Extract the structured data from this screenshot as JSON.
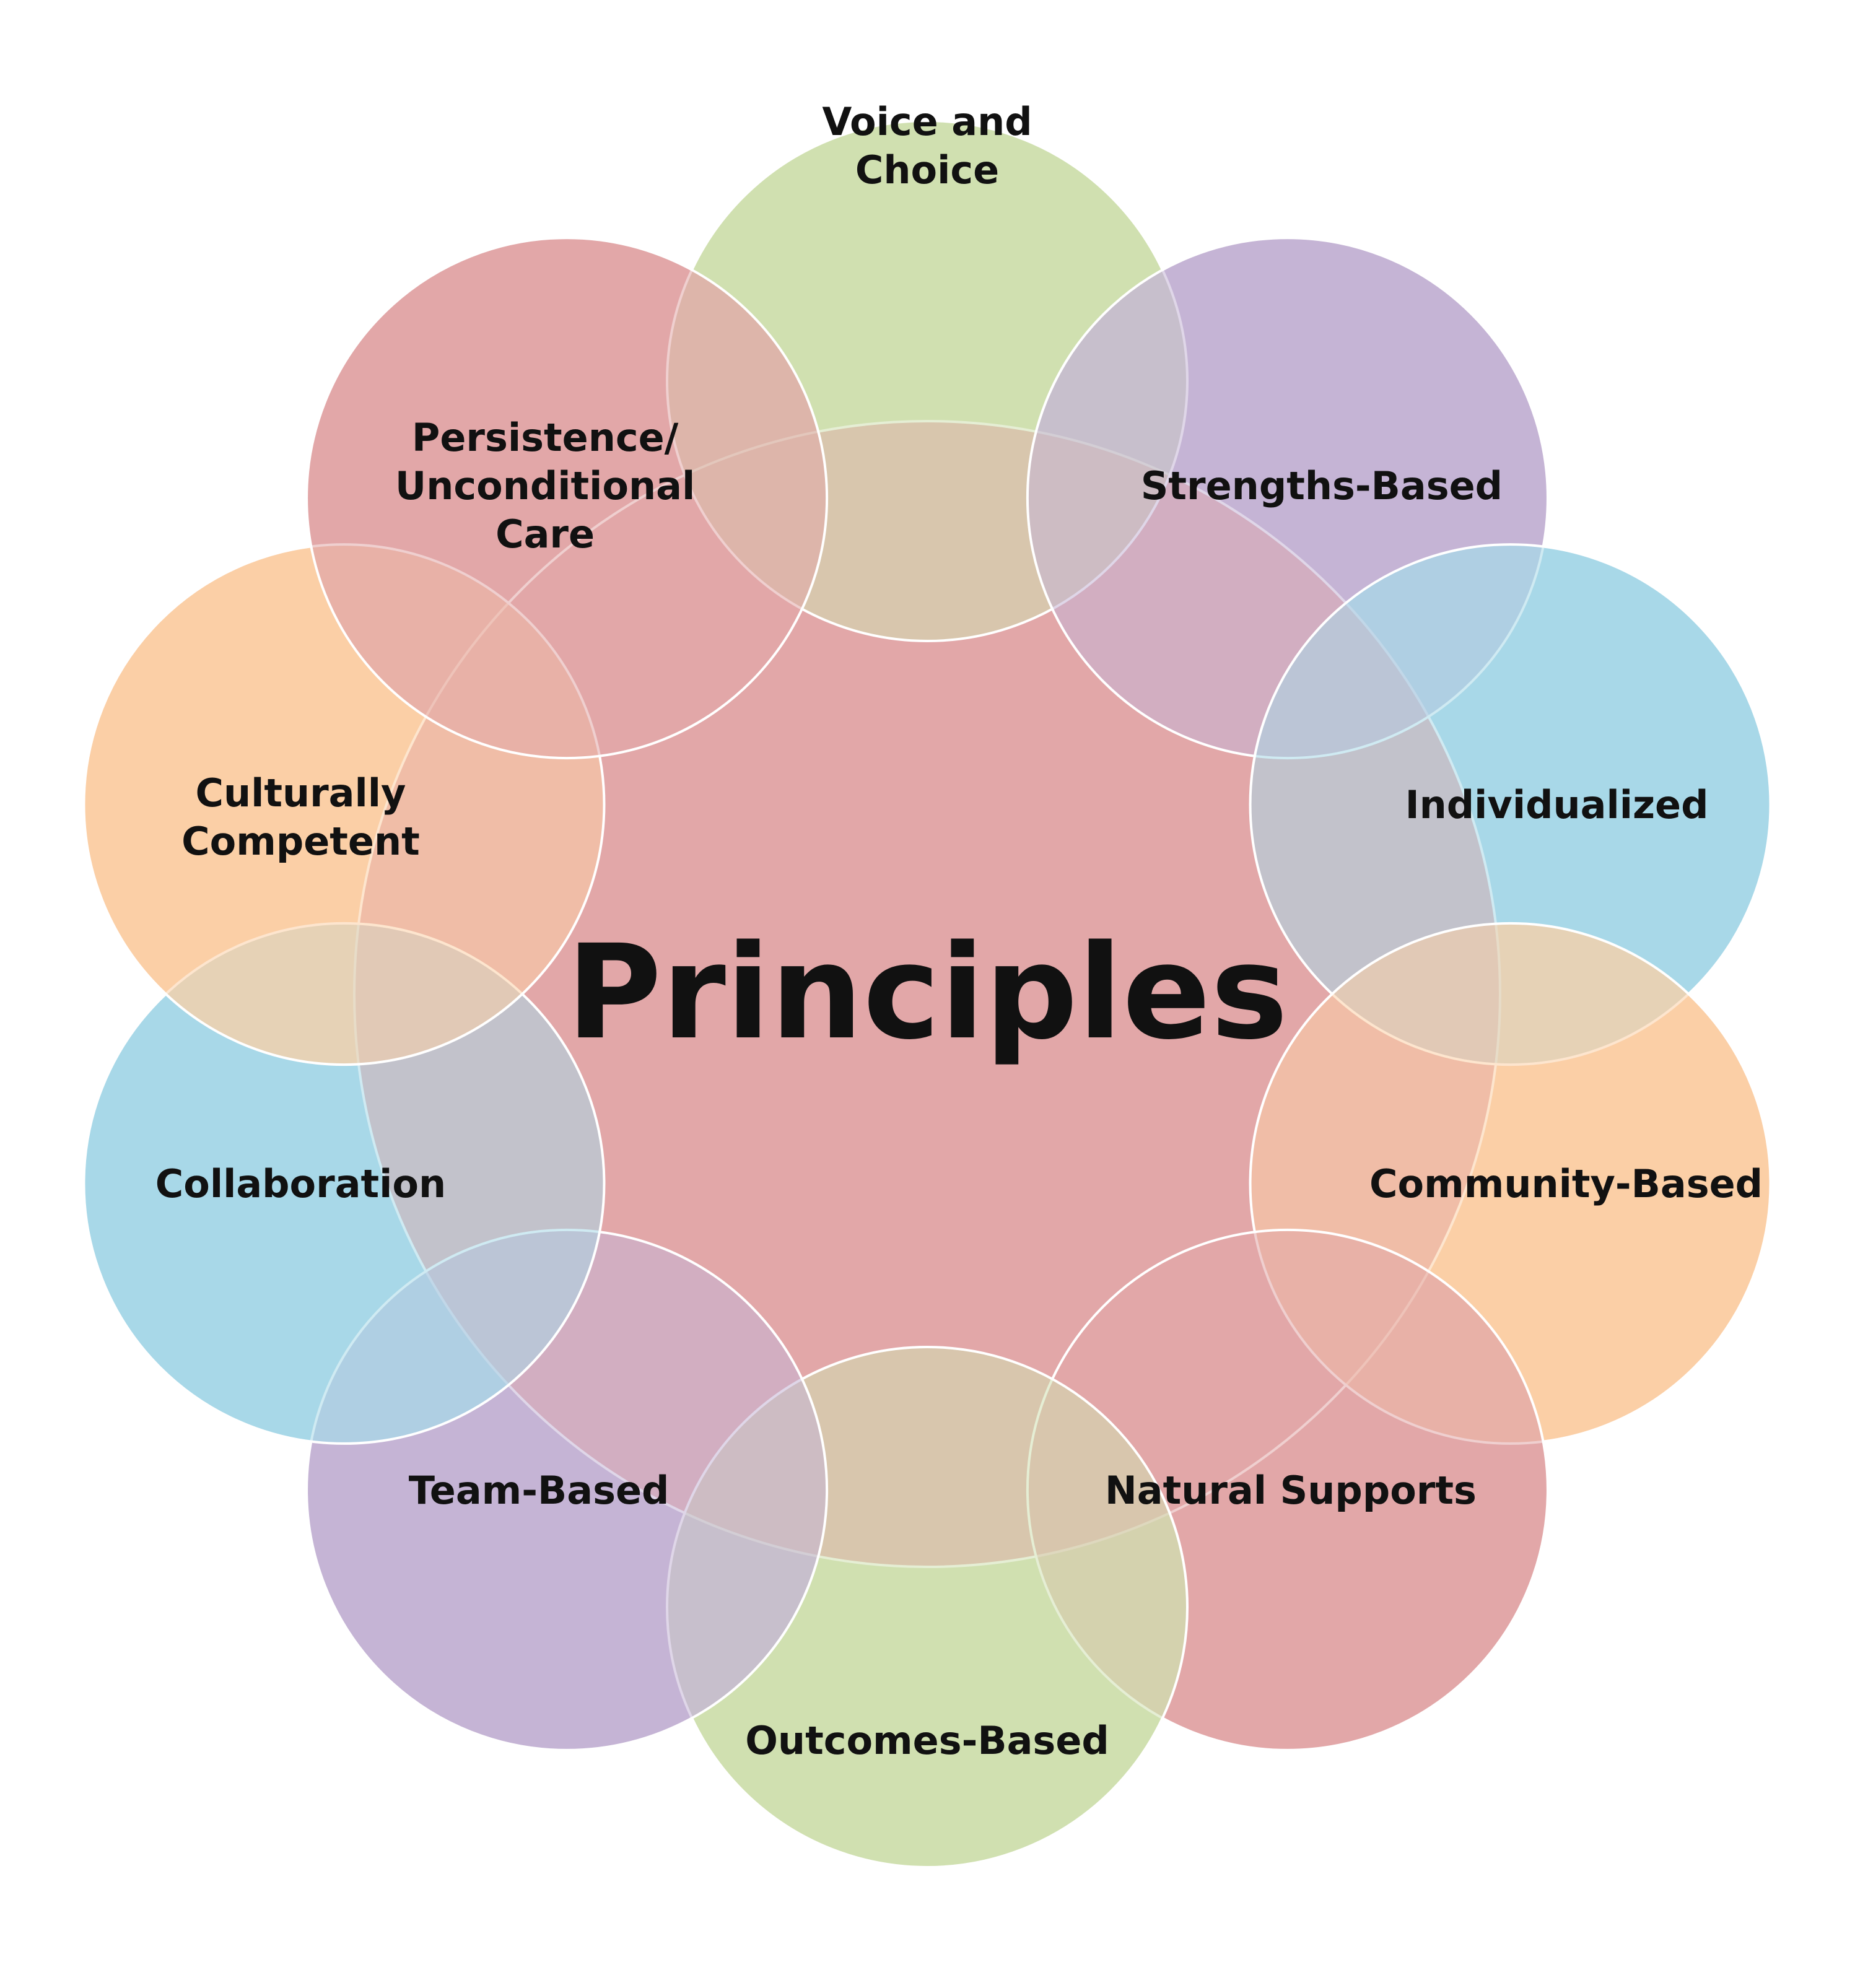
{
  "center": {
    "label": "Principles",
    "color": "#E2A7A8"
  },
  "stroke_color": "#FFFFFF",
  "petals": [
    {
      "id": "voice-and-choice",
      "lines": [
        "Voice and",
        "Choice"
      ],
      "color": "#D0E0B0"
    },
    {
      "id": "strengths-based",
      "lines": [
        "Strengths-Based"
      ],
      "color": "#C5B4D5"
    },
    {
      "id": "individualized",
      "lines": [
        "Individualized"
      ],
      "color": "#A8D8E8"
    },
    {
      "id": "community-based",
      "lines": [
        "Community-Based"
      ],
      "color": "#FBCFA6"
    },
    {
      "id": "natural-supports",
      "lines": [
        "Natural Supports"
      ],
      "color": "#E2A7A8"
    },
    {
      "id": "outcomes-based",
      "lines": [
        "Outcomes-Based"
      ],
      "color": "#D0E0B0"
    },
    {
      "id": "team-based",
      "lines": [
        "Team-Based"
      ],
      "color": "#C5B4D5"
    },
    {
      "id": "collaboration",
      "lines": [
        "Collaboration"
      ],
      "color": "#A8D8E8"
    },
    {
      "id": "culturally-competent",
      "lines": [
        "Culturally",
        "Competent"
      ],
      "color": "#FBCFA6"
    },
    {
      "id": "persistence-unconditional-care",
      "lines": [
        "Persistence/",
        "Unconditional",
        "Care"
      ],
      "color": "#E2A7A8"
    }
  ]
}
